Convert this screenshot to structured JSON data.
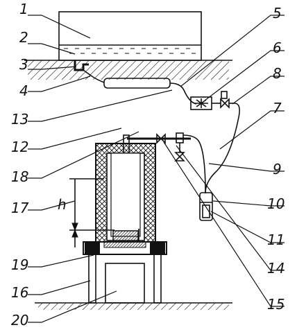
{
  "diagram": {
    "labels_left": [
      "1",
      "2",
      "3",
      "4",
      "13",
      "12",
      "18",
      "17",
      "19",
      "16",
      "20"
    ],
    "labels_right": [
      "5",
      "6",
      "8",
      "7",
      "9",
      "10",
      "11",
      "14",
      "15"
    ],
    "dimension_label": "h"
  }
}
